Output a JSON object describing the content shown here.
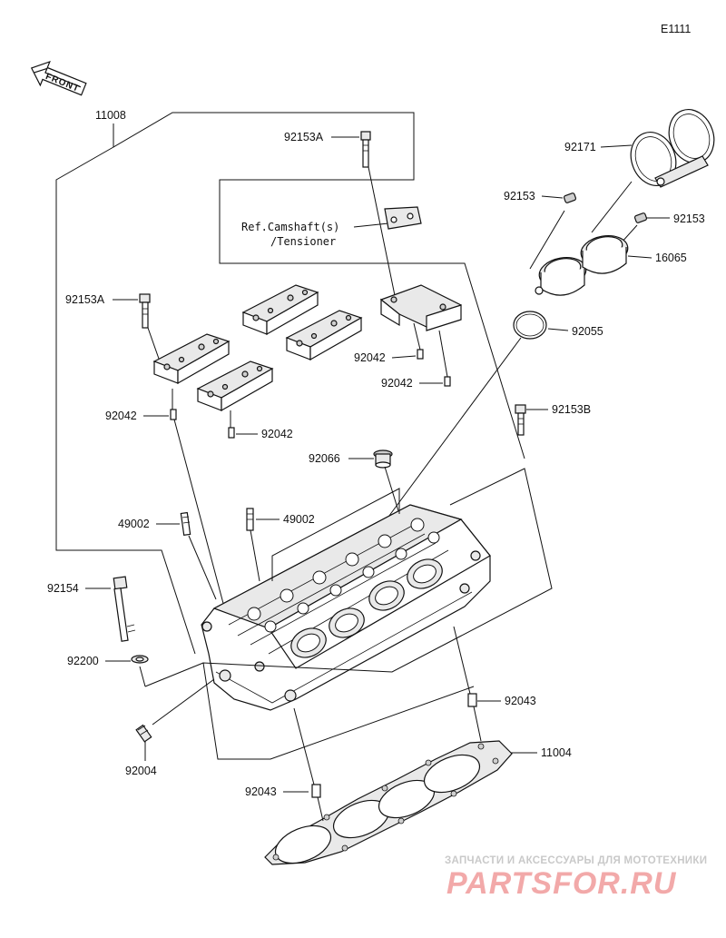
{
  "diagram_code": "E1111",
  "front_label": "FRONT",
  "reference_note": {
    "line1": "Ref.Camshaft(s)",
    "line2": "/Tensioner"
  },
  "labels": {
    "p11008": "11008",
    "p92153A_top": "92153A",
    "p92171": "92171",
    "p92153_left": "92153",
    "p92153_right": "92153",
    "p16065": "16065",
    "p92055": "92055",
    "p92153A_left": "92153A",
    "p92042_a": "92042",
    "p92042_b": "92042",
    "p92042_c": "92042",
    "p92042_d": "92042",
    "p92153B": "92153B",
    "p92066": "92066",
    "p49002_left": "49002",
    "p49002_right": "49002",
    "p92154": "92154",
    "p92200": "92200",
    "p92043_right": "92043",
    "p92004": "92004",
    "p11004": "11004",
    "p92043_bottom": "92043"
  },
  "watermark": {
    "tagline": "ЗАПЧАСТИ И АКСЕССУАРЫ ДЛЯ МОТОТЕХНИКИ",
    "brand": "PARTSFOR.RU"
  }
}
